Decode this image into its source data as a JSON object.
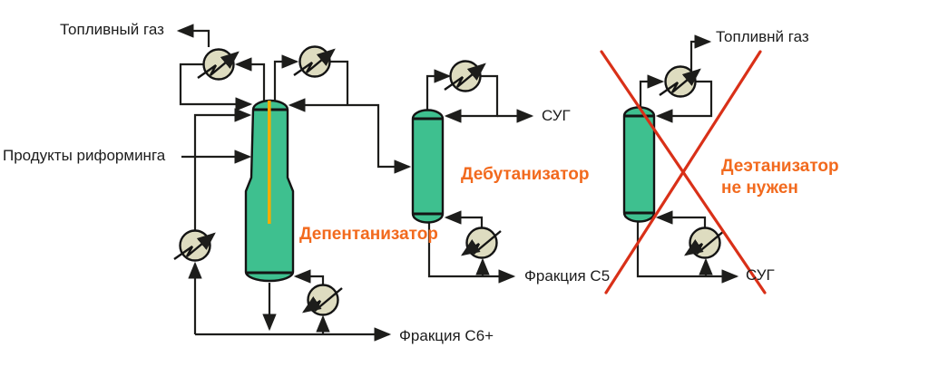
{
  "diagram": {
    "labels": {
      "fuel_gas_left": "Топливный газ",
      "feed": "Продукты риформинга",
      "column1": "Депентанизатор",
      "column2": "Дебутанизатор",
      "lpg_mid": "СУГ",
      "fraction_c5": "Фракция C5",
      "fraction_c6": "Фракция C6+",
      "fuel_gas_right": "Топливнй газ",
      "column3_line1": "Деэтанизатор",
      "column3_line2": "не нужен",
      "lpg_right": "СУГ"
    },
    "colors": {
      "column_fill": "#3ec08f",
      "column_stroke": "#141414",
      "exchanger_fill": "#dedcc0",
      "line": "#1d1d1b",
      "accent_text": "#f26a1e",
      "cross": "#d93018",
      "stripe": "#f5ad00"
    }
  }
}
